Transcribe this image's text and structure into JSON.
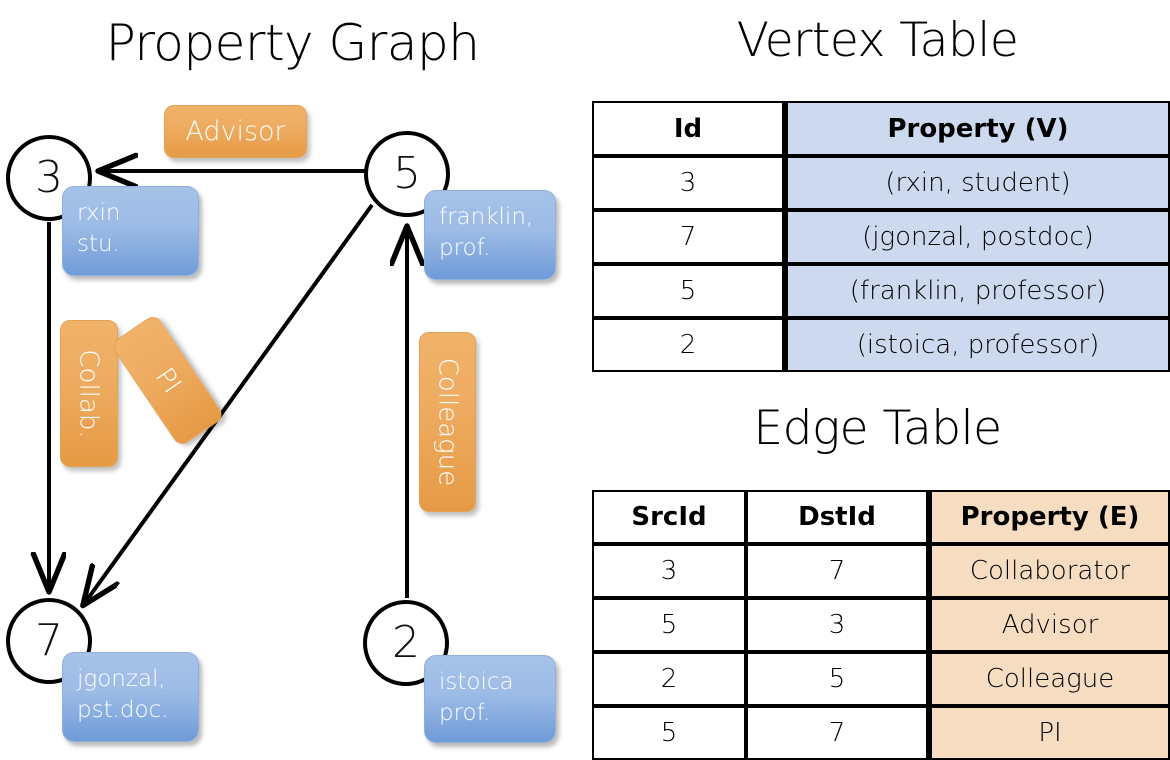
{
  "titles": {
    "property_graph": "Property Graph",
    "vertex_table": "Vertex Table",
    "edge_table": "Edge Table"
  },
  "colors": {
    "vertex_property_fill": "#ccd9ee",
    "edge_property_fill": "#f6dcc1",
    "node_property_box": "#9cbbe6",
    "edge_label_box": "#eeac61",
    "stroke": "#000000"
  },
  "graph": {
    "nodes": [
      {
        "id": "3",
        "prop_line1": "rxin",
        "prop_line2": "stu."
      },
      {
        "id": "5",
        "prop_line1": "franklin,",
        "prop_line2": "prof."
      },
      {
        "id": "7",
        "prop_line1": "jgonzal,",
        "prop_line2": "pst.doc."
      },
      {
        "id": "2",
        "prop_line1": "istoica",
        "prop_line2": "prof."
      }
    ],
    "edge_labels": [
      {
        "name": "advisor",
        "text": "Advisor"
      },
      {
        "name": "collab",
        "text": "Collab."
      },
      {
        "name": "pi",
        "text": "PI"
      },
      {
        "name": "colleague",
        "text": "Colleague"
      }
    ]
  },
  "vertex_table": {
    "headers": [
      "Id",
      "Property (V)"
    ],
    "rows": [
      {
        "id": "3",
        "property": "(rxin, student)"
      },
      {
        "id": "7",
        "property": "(jgonzal, postdoc)"
      },
      {
        "id": "5",
        "property": "(franklin, professor)"
      },
      {
        "id": "2",
        "property": "(istoica, professor)"
      }
    ]
  },
  "edge_table": {
    "headers": [
      "SrcId",
      "DstId",
      "Property (E)"
    ],
    "rows": [
      {
        "src": "3",
        "dst": "7",
        "property": "Collaborator"
      },
      {
        "src": "5",
        "dst": "3",
        "property": "Advisor"
      },
      {
        "src": "2",
        "dst": "5",
        "property": "Colleague"
      },
      {
        "src": "5",
        "dst": "7",
        "property": "PI"
      }
    ]
  }
}
